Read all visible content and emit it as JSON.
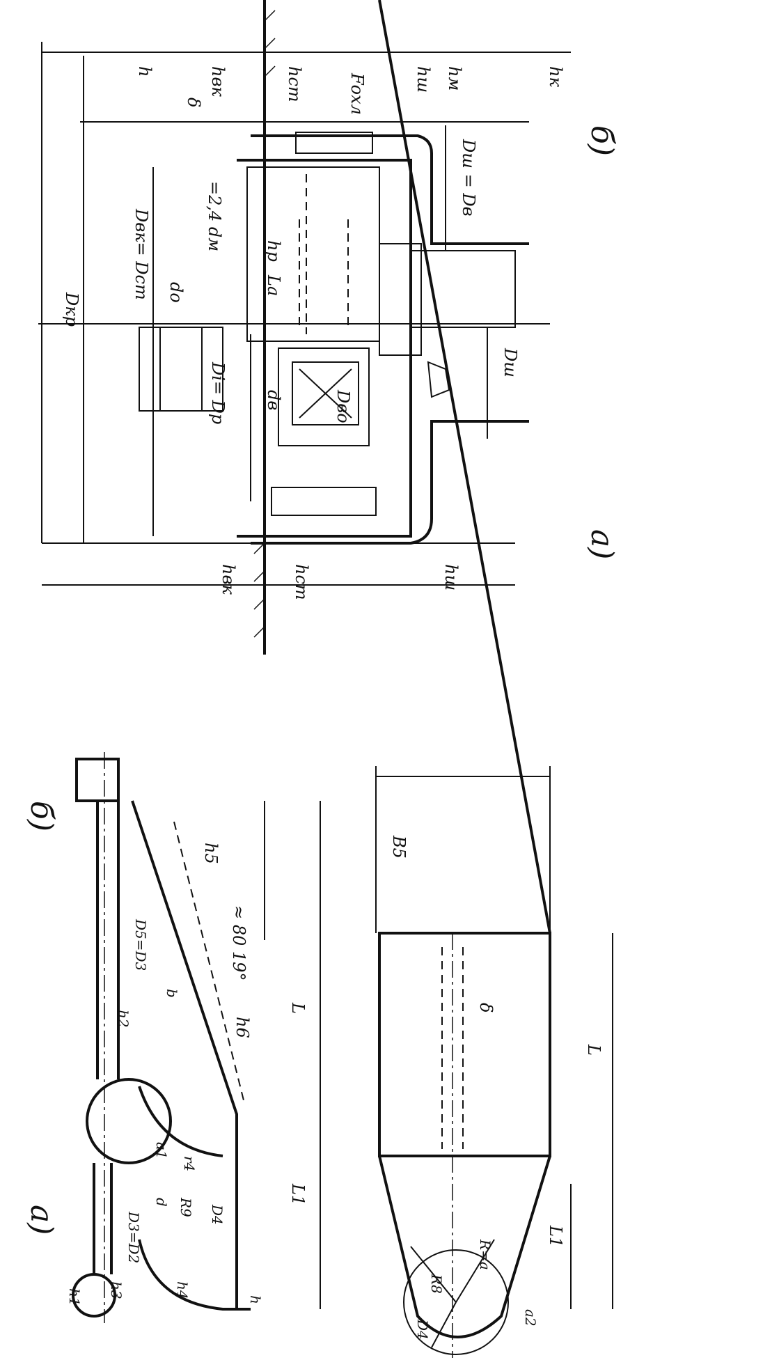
{
  "sheet": {
    "colors": {
      "ink": "#111111",
      "paper": "#ffffff"
    },
    "upper_figure": {
      "panel_a_label": "а)",
      "panel_b_label": "б)",
      "labels": {
        "D_kr": "Dкр",
        "D_vk_Dst": "Dвк= Dст",
        "D_i_Dr": "Di= Dр",
        "d_o": "dо",
        "d_v": "dв",
        "D_vo": "Dво",
        "delta": "δ",
        "eq_2_4": "=2,4 dм",
        "h_r": "hр",
        "L_a": "Lа",
        "D_sh": "Dш",
        "D_sh_eq_D_v": "Dш = Dв",
        "F_okhl": "Fохл",
        "h": "h",
        "h_vk": "hвк",
        "h_st": "hст",
        "h_sh": "hш",
        "h_m": "hм",
        "h_k": "hк"
      }
    },
    "lower_figure": {
      "panel_a_label": "а)",
      "panel_b_label": "б)",
      "labels": {
        "h5": "h5",
        "h6": "h6",
        "L": "L",
        "L1": "L1",
        "angle": "≈ 80 19°",
        "D5_D_3": "D5=D3",
        "D3_D2": "D3=D2",
        "h2": "h2",
        "h1": "h1",
        "h3": "h3",
        "h4": "h4",
        "h": "h",
        "a1": "а1",
        "r4": "r4",
        "d": "d",
        "R9": "R9",
        "D4": "D4",
        "b": "b",
        "B5": "B5",
        "delta": "δ",
        "R_a": "R=а",
        "R8": "R8",
        "D4_plan": "D4",
        "a2": "а2",
        "L_plan": "L",
        "L1_plan": "L1"
      }
    }
  }
}
